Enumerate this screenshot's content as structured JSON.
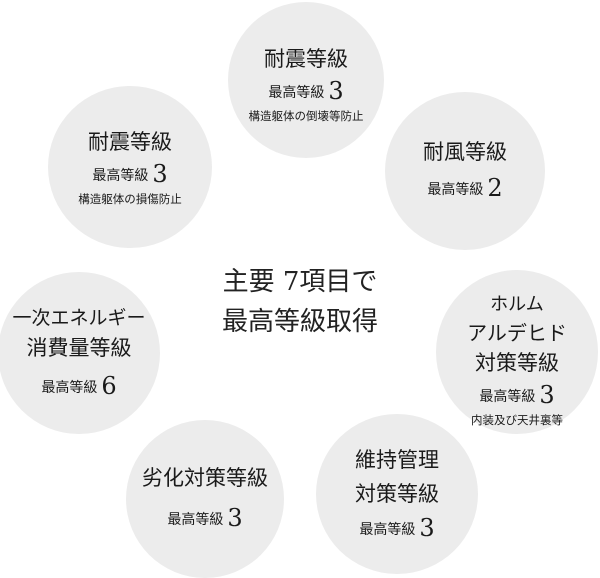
{
  "center": {
    "line1": "主要 7項目で",
    "line2": "最高等級取得"
  },
  "items": [
    {
      "id": "seismic-collapse",
      "title_lines": [
        "耐震等級"
      ],
      "grade_label": "最高等級",
      "grade_value": "3",
      "note": "構造躯体の倒壊等防止"
    },
    {
      "id": "seismic-damage",
      "title_lines": [
        "耐震等級"
      ],
      "grade_label": "最高等級",
      "grade_value": "3",
      "note": "構造躯体の損傷防止"
    },
    {
      "id": "wind",
      "title_lines": [
        "耐風等級"
      ],
      "grade_label": "最高等級",
      "grade_value": "2",
      "note": ""
    },
    {
      "id": "formaldehyde",
      "title_lines": [
        "ホルム",
        "アルデヒド",
        "対策等級"
      ],
      "grade_label": "最高等級",
      "grade_value": "3",
      "note": "内装及び天井裏等"
    },
    {
      "id": "maintenance",
      "title_lines": [
        "維持管理",
        "対策等級"
      ],
      "grade_label": "最高等級",
      "grade_value": "3",
      "note": ""
    },
    {
      "id": "deterioration",
      "title_lines": [
        "劣化対策等級"
      ],
      "grade_label": "最高等級",
      "grade_value": "3",
      "note": ""
    },
    {
      "id": "energy",
      "title_lines": [
        "一次エネルギー",
        "消費量等級"
      ],
      "grade_label": "最高等級",
      "grade_value": "6",
      "note": ""
    }
  ],
  "colors": {
    "circle_fill": "#ececec",
    "text": "#1a1a1a",
    "background": "#ffffff"
  }
}
